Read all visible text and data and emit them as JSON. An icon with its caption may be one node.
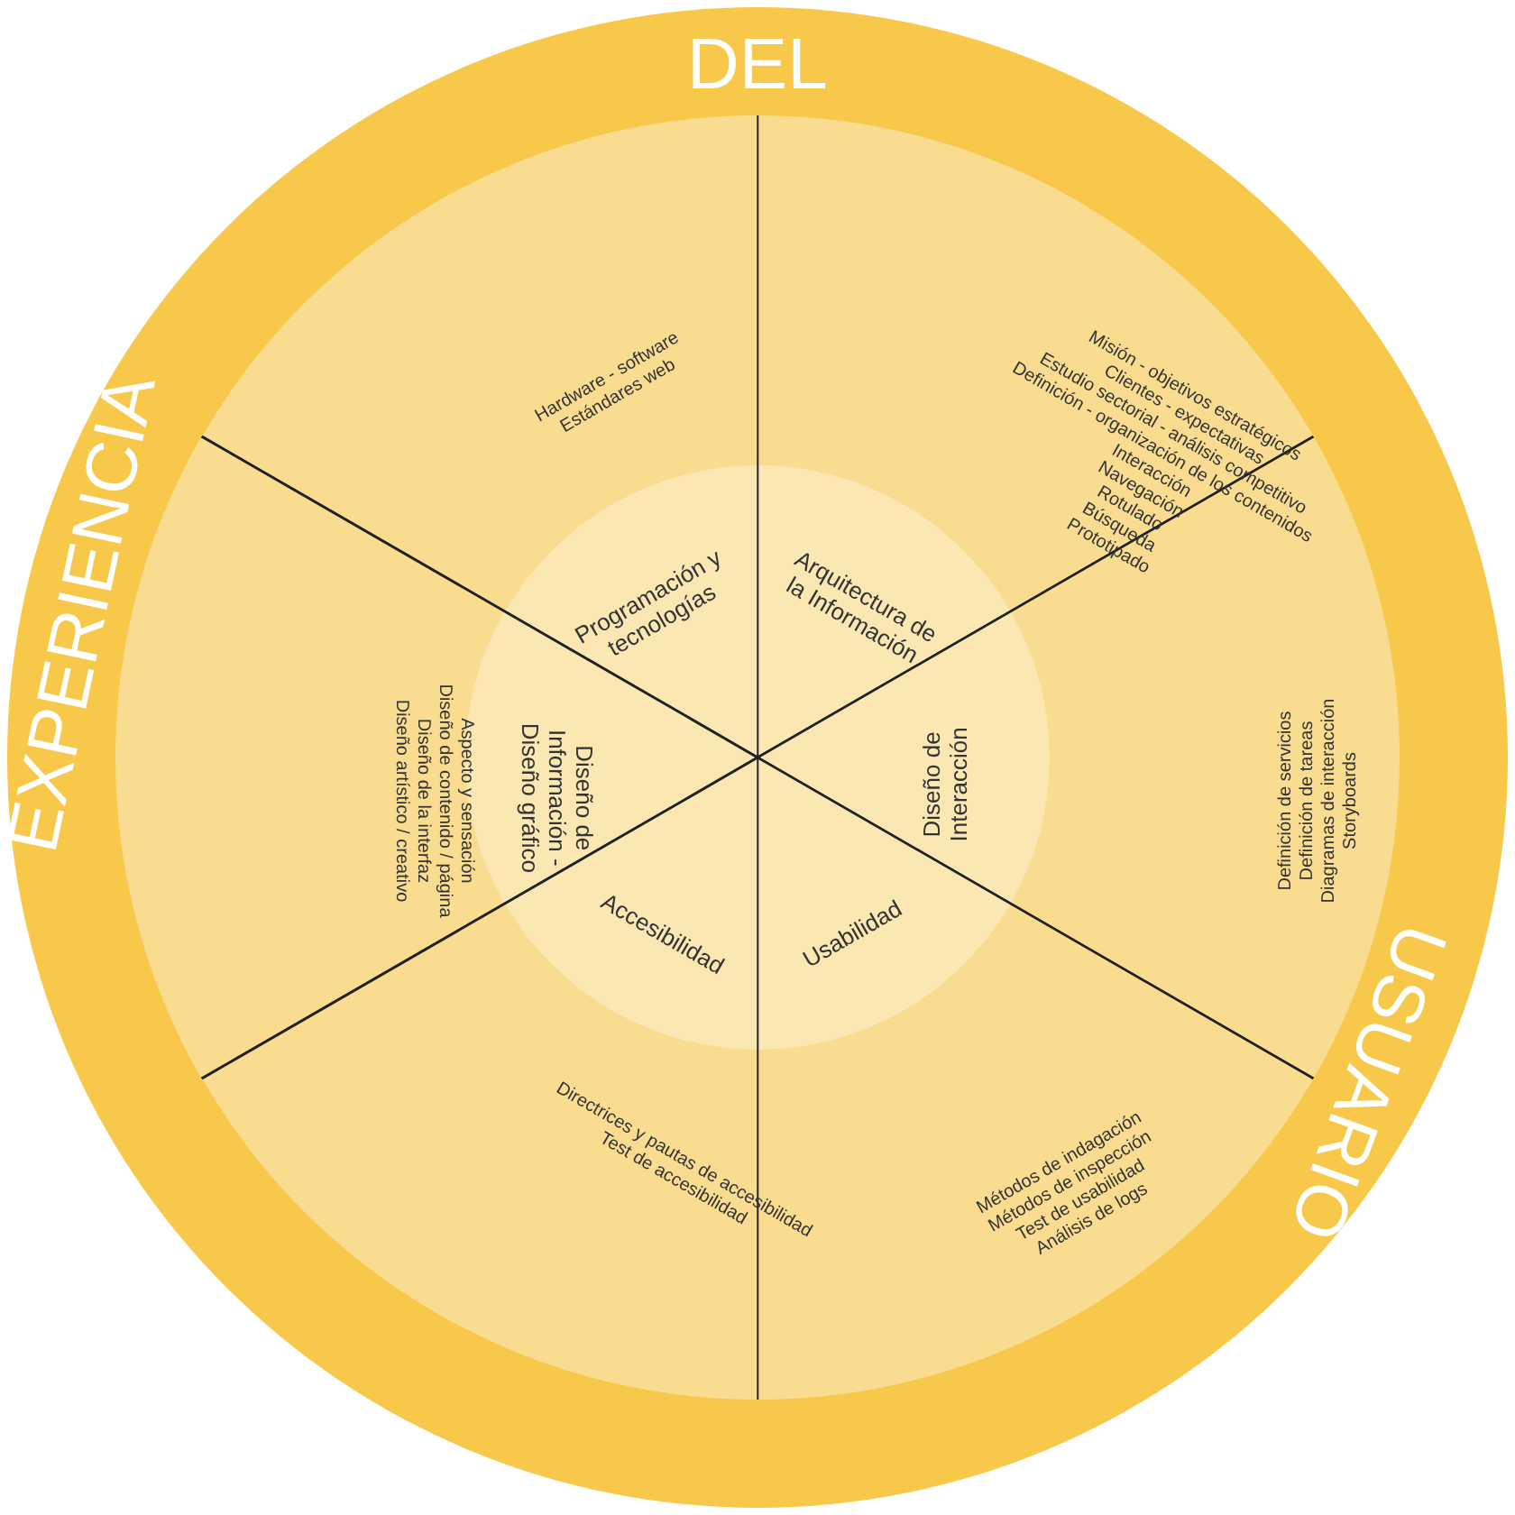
{
  "diagram": {
    "nodes": [
      {
        "text": [
          "DEL",
          "EXPERIENCIA",
          "USUARIO"
        ]
      },
      {
        "text": [
          "Programación y tecnologías",
          "Hardware - software",
          "Estándares web"
        ],
        "in": 0
      },
      {
        "text": [
          "Arquitectura de la Información",
          "Misión - objetivos estratégicos",
          "Clientes - expectativas",
          "Estudio sectorial - análisis competitivo",
          "Definición - organización de los contenidos",
          "Interacción",
          "Navegación",
          "Rotulado",
          "Búsqueda",
          "Prototipado"
        ],
        "in": 0
      },
      {
        "text": [
          "Diseño de Información - Diseño gráfico",
          "Aspecto y sensación",
          "Diseño de contenido / página",
          "Diseño de la interfaz",
          "Diseño artístico / creativo"
        ],
        "in": 0
      },
      {
        "text": [
          "Diseño de Interacción",
          "Definición de servicios",
          "Definición de tareas",
          "Diagramas de interacción",
          "Storyboards"
        ],
        "in": 0
      },
      {
        "text": [
          "Accesibilidad",
          "Directrices y pautas de accesibilidad",
          "Test de accesibilidad"
        ],
        "in": 0
      },
      {
        "text": [
          "Usabilidad",
          "Métodos de indagación",
          "Métodos de inspección",
          "Test de usabilidad",
          "Análisis de logs"
        ],
        "in": 0
      }
    ]
  }
}
